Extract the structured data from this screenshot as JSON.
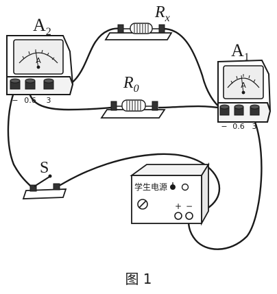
{
  "labels": {
    "ammeter_a2": {
      "main": "A",
      "sub": "2"
    },
    "ammeter_a1": {
      "main": "A",
      "sub": "1"
    },
    "resistor_rx": {
      "main": "R",
      "sub": "x"
    },
    "resistor_r0": {
      "main": "R",
      "sub": "0"
    },
    "switch": "S",
    "power_supply": "学生电源",
    "figure_caption": "图 1"
  },
  "meter_a2": {
    "unit": "A",
    "terminals": [
      "−",
      "0.6",
      "3"
    ]
  },
  "meter_a1": {
    "unit": "A",
    "terminals": [
      "−",
      "0.6",
      "3"
    ]
  },
  "power_supply_terminals": [
    "+",
    "−"
  ],
  "colors": {
    "ink": "#1a1a1a",
    "device_fill": "#ffffff",
    "meter_face": "#eeeeee"
  }
}
